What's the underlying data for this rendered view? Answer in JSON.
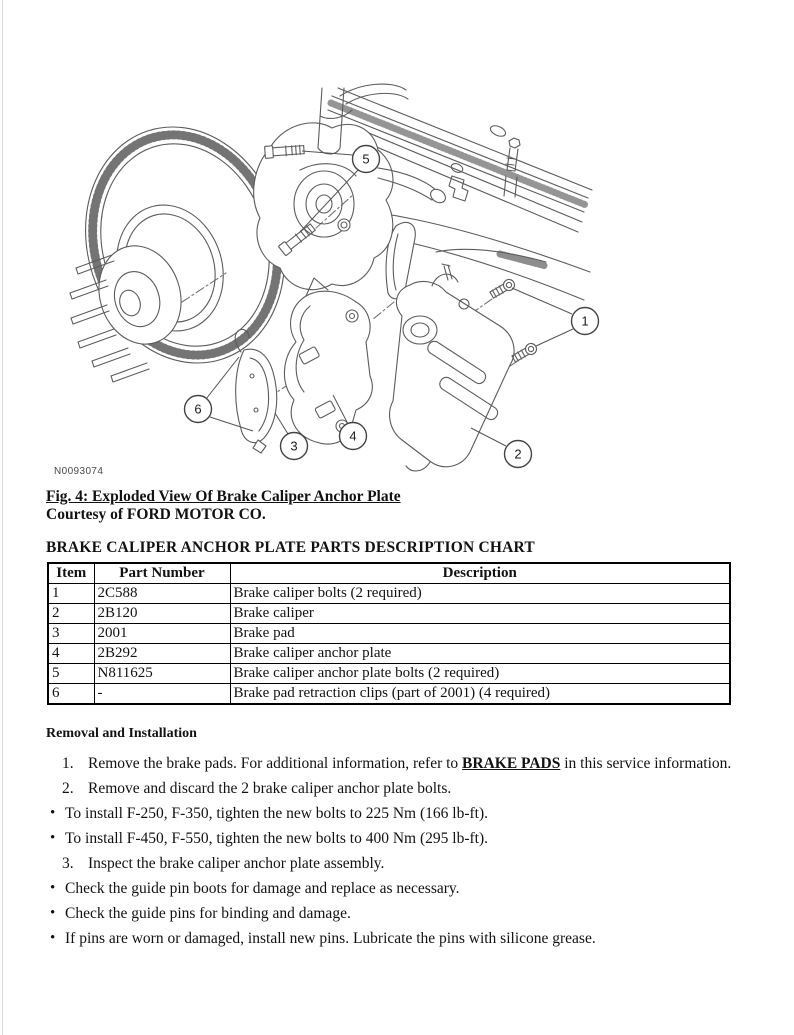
{
  "figure": {
    "label": "N0093074",
    "caption_line1": "Fig. 4: Exploded View Of Brake Caliper Anchor Plate",
    "caption_line2": "Courtesy of FORD MOTOR CO.",
    "callouts": [
      "1",
      "2",
      "3",
      "4",
      "5",
      "6"
    ]
  },
  "table": {
    "title": "BRAKE CALIPER ANCHOR PLATE PARTS DESCRIPTION CHART",
    "headers": [
      "Item",
      "Part Number",
      "Description"
    ],
    "rows": [
      [
        "1",
        "2C588",
        "Brake caliper bolts (2 required)"
      ],
      [
        "2",
        "2B120",
        "Brake caliper"
      ],
      [
        "3",
        "2001",
        "Brake pad"
      ],
      [
        "4",
        "2B292",
        "Brake caliper anchor plate"
      ],
      [
        "5",
        "N811625",
        "Brake caliper anchor plate bolts (2 required)"
      ],
      [
        "6",
        "-",
        "Brake pad retraction clips (part of 2001) (4 required)"
      ]
    ]
  },
  "procedure": {
    "heading": "Removal and Installation",
    "steps": [
      {
        "number": "1.",
        "text_before": "Remove the brake pads. For additional information, refer to ",
        "link": "BRAKE PADS",
        "text_after": " in this service information."
      },
      {
        "number": "2.",
        "text": "Remove and discard the 2 brake caliper anchor plate bolts.",
        "bullets": [
          "To install F-250, F-350, tighten the new bolts to 225 Nm (166 lb-ft).",
          "To install F-450, F-550, tighten the new bolts to 400 Nm (295 lb-ft)."
        ]
      },
      {
        "number": "3.",
        "text": "Inspect the brake caliper anchor plate assembly.",
        "bullets": [
          "Check the guide pin boots for damage and replace as necessary.",
          "Check the guide pins for binding and damage.",
          "If pins are worn or damaged, install new pins. Lubricate the pins with silicone grease."
        ]
      }
    ]
  }
}
